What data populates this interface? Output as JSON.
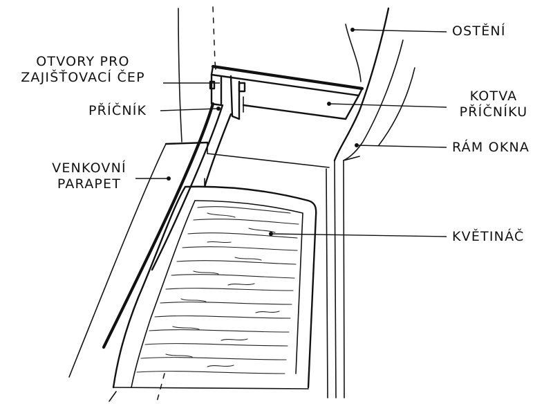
{
  "labels": {
    "osteni": "OSTĚNÍ",
    "otvory_line1": "OTVORY PRO",
    "otvory_line2": "ZAJIŠŤOVACÍ ČEP",
    "kotva_line1": "KOTVA",
    "kotva_line2": "PŘÍČNÍKU",
    "pricnik": "PŘÍČNÍK",
    "ram_okna": "RÁM OKNA",
    "venkovni_line1": "VENKOVNÍ",
    "venkovni_line2": "PARAPET",
    "kvetinac": "KVĚTINÁČ"
  },
  "colors": {
    "ink": "#111111",
    "paper": "#ffffff"
  }
}
